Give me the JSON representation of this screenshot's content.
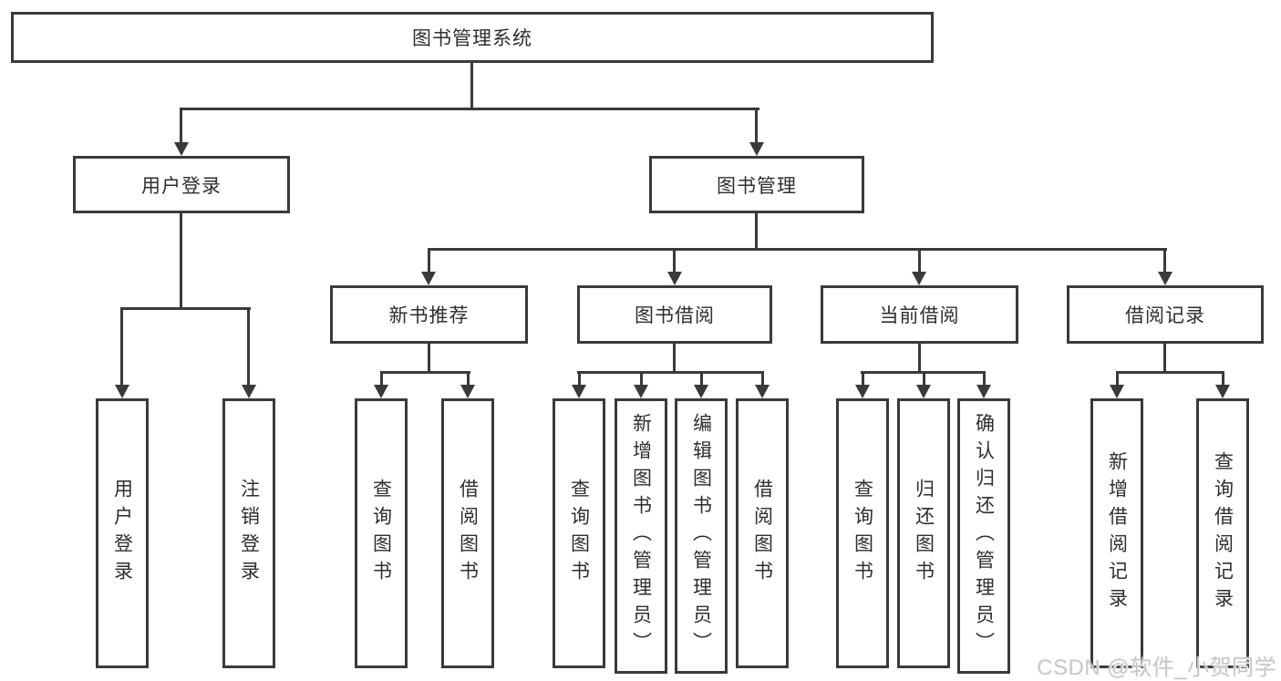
{
  "diagram_type": "hierarchy-tree",
  "tree": {
    "label": "图书管理系统",
    "children": [
      {
        "label": "用户登录",
        "children": [
          {
            "label": "用户登录"
          },
          {
            "label": "注销登录"
          }
        ]
      },
      {
        "label": "图书管理",
        "children": [
          {
            "label": "新书推荐",
            "children": [
              {
                "label": "查询图书"
              },
              {
                "label": "借阅图书"
              }
            ]
          },
          {
            "label": "图书借阅",
            "children": [
              {
                "label": "查询图书"
              },
              {
                "label": "新增图书（管理员）"
              },
              {
                "label": "编辑图书（管理员）"
              },
              {
                "label": "借阅图书"
              }
            ]
          },
          {
            "label": "当前借阅",
            "children": [
              {
                "label": "查询图书"
              },
              {
                "label": "归还图书"
              },
              {
                "label": "确认归还（管理员）"
              }
            ]
          },
          {
            "label": "借阅记录",
            "children": [
              {
                "label": "新增借阅记录"
              },
              {
                "label": "查询借阅记录"
              }
            ]
          }
        ]
      }
    ]
  },
  "watermark": "CSDN @软件_小贺同学",
  "colors": {
    "line": "#3a3a3a",
    "box_border": "#3a3a3a",
    "text": "#2e2e2e",
    "background": "#ffffff",
    "watermark": "#c7c7c7"
  }
}
